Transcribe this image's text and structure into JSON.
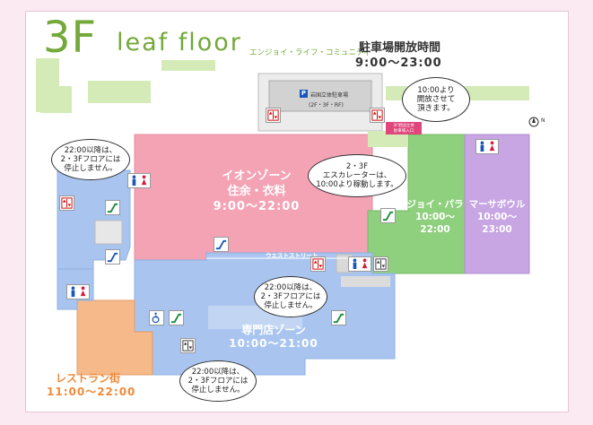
{
  "header": {
    "floor_number": "3F",
    "floor_name": "leaf floor",
    "subtitle": "エンジョイ・ライフ・コミュニティ"
  },
  "parking": {
    "title": "駐車場開放時間",
    "hours": "9:00〜23:00",
    "lot_name": "岩国立体駐車場",
    "lot_floors": "(2F・3F・RF)",
    "entrance_label_line1": "3F岩国立体",
    "entrance_label_line2": "駐車場入口",
    "callout": [
      "10:00より",
      "開放させて",
      "頂きます。"
    ]
  },
  "zones": {
    "aeon": {
      "name": "イオンゾーン",
      "category": "住余・衣料",
      "hours": "9:00〜22:00"
    },
    "joy_palla": {
      "name": "ジョイ・パラ",
      "hours_open": "10:00〜",
      "hours_close": "22:00"
    },
    "mar_bowl": {
      "name": "マーサボウル",
      "hours_open": "10:00〜",
      "hours_close": "23:00"
    },
    "specialty": {
      "name": "専門店ゾーン",
      "hours": "10:00〜21:00"
    },
    "restaurant": {
      "name": "レストラン街",
      "hours": "11:00〜22:00"
    }
  },
  "street_label": "ウエストストリート",
  "callouts": {
    "escalator_notice": [
      "2・3F",
      "エスカレーターは、",
      "10:00より稼動します。"
    ],
    "elevator_left": [
      "22:00以降は、",
      "2・3Fフロアには",
      "停止しません。"
    ],
    "elevator_center": [
      "22:00以降は、",
      "2・3Fフロアには",
      "停止しません。"
    ],
    "elevator_bottom": [
      "22:00以降は、",
      "2・3Fフロアには",
      "停止しません。"
    ]
  },
  "compass_label": "N",
  "colors": {
    "aeon": "#f4a3b5",
    "joy_palla": "#8fd07e",
    "mar_bowl": "#c7a6e3",
    "specialty": "#a9c5ef",
    "restaurant": "#f6b98a",
    "parking": "#ececec",
    "restaurant_text": "#f08a3a",
    "title_green": "#73a83a",
    "page_bg": "#fbeaf2"
  },
  "icons": [
    "elevator-icon",
    "escalator-icon",
    "restroom-icon",
    "wheelchair-icon",
    "compass-icon"
  ]
}
